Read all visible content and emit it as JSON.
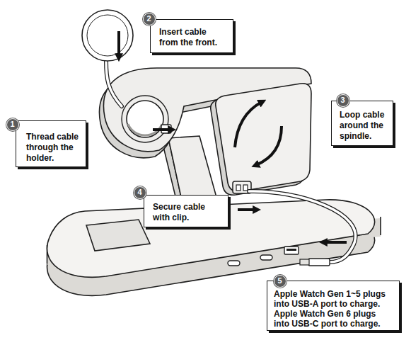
{
  "diagram": {
    "nodes": [
      {
        "text": [
          "1",
          "Thread cable through the holder."
        ]
      },
      {
        "text": [
          "2",
          "Insert cable from the front."
        ]
      },
      {
        "text": [
          "3",
          "Loop cable around the spindle."
        ]
      },
      {
        "text": [
          "4",
          "Secure cable with clip."
        ]
      },
      {
        "text": [
          "5",
          "Apple Watch Gen 1~5 plugs into USB-A port to charge.",
          "Apple Watch Gen 6 plugs into USB-C port to charge."
        ]
      }
    ]
  }
}
